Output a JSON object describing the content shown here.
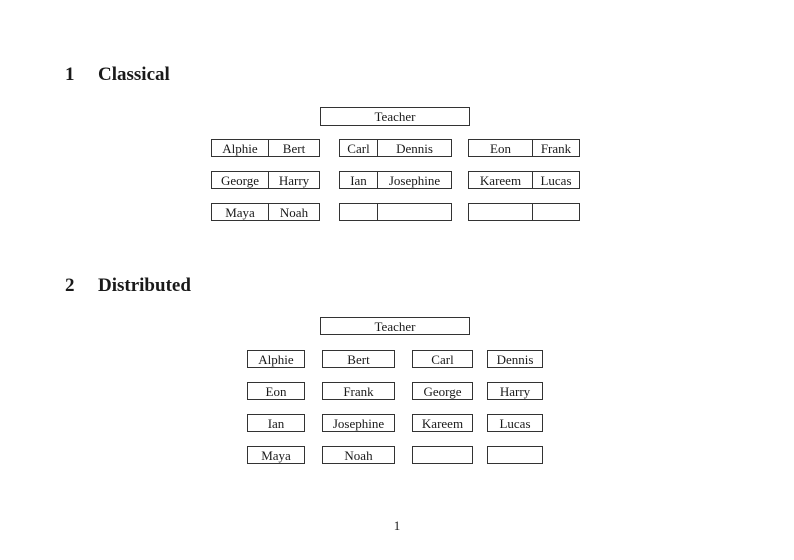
{
  "document": {
    "page_number": "1"
  },
  "sections": [
    {
      "number": "1",
      "title": "Classical",
      "teacher_label": "Teacher",
      "rows": [
        [
          [
            "Alphie",
            "Bert"
          ],
          [
            "Carl",
            "Dennis"
          ],
          [
            "Eon",
            "Frank"
          ]
        ],
        [
          [
            "George",
            "Harry"
          ],
          [
            "Ian",
            "Josephine"
          ],
          [
            "Kareem",
            "Lucas"
          ]
        ],
        [
          [
            "Maya",
            "Noah"
          ],
          [
            "",
            ""
          ],
          [
            "",
            ""
          ]
        ]
      ]
    },
    {
      "number": "2",
      "title": "Distributed",
      "teacher_label": "Teacher",
      "rows": [
        [
          "Alphie",
          "Bert",
          "Carl",
          "Dennis"
        ],
        [
          "Eon",
          "Frank",
          "George",
          "Harry"
        ],
        [
          "Ian",
          "Josephine",
          "Kareem",
          "Lucas"
        ],
        [
          "Maya",
          "Noah",
          "",
          ""
        ]
      ]
    }
  ],
  "colors": {
    "ink": "#1a1a1a",
    "border": "#333333",
    "background": "#ffffff"
  }
}
